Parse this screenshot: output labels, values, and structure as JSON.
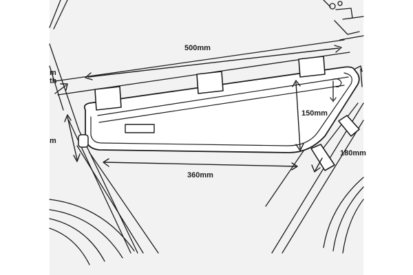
{
  "dimensions": {
    "top_tube_length": "500mm",
    "bag_height": "150mm",
    "bottom_length": "360mm",
    "down_tube_length": "180mm",
    "left_partial_1": "m",
    "left_partial_2": "th",
    "left_partial_3": "m"
  },
  "colors": {
    "background": "#f2f2f2",
    "line": "#1b1b1b",
    "bag_fill": "#ffffff"
  }
}
